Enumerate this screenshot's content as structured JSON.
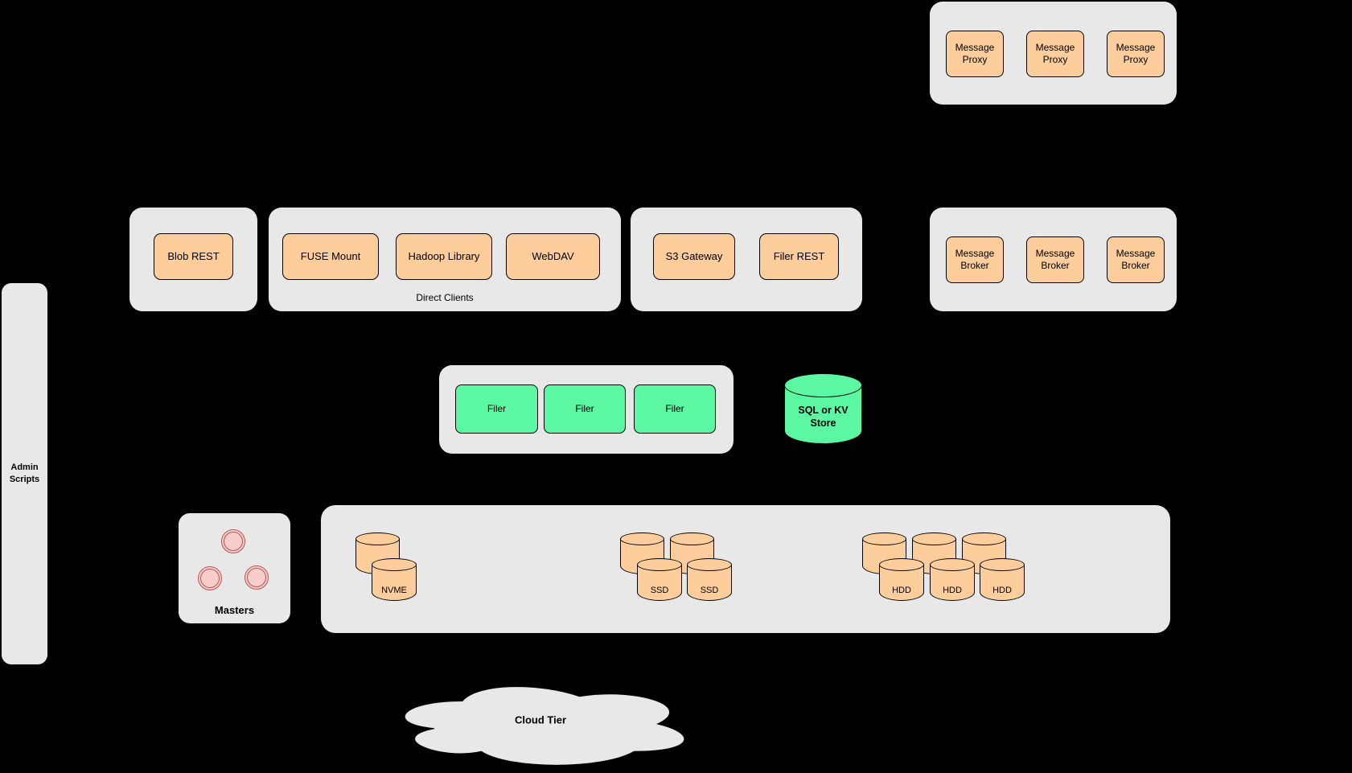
{
  "colors": {
    "background": "#000000",
    "container": "#e8e8e8",
    "orange": "#fdcd9c",
    "green": "#5cf7a2",
    "pink": "#f8cecc",
    "pink_border": "#b85450",
    "border": "#000000"
  },
  "admin": {
    "label": "Admin Scripts"
  },
  "message_proxies": {
    "items": [
      "Message Proxy",
      "Message Proxy",
      "Message Proxy"
    ]
  },
  "blob": {
    "label": "Blob REST"
  },
  "direct_clients": {
    "label": "Direct Clients",
    "items": [
      "FUSE Mount",
      "Hadoop Library",
      "WebDAV"
    ]
  },
  "gateways": {
    "items": [
      "S3 Gateway",
      "Filer REST"
    ]
  },
  "message_brokers": {
    "items": [
      "Message Broker",
      "Message Broker",
      "Message Broker"
    ]
  },
  "filers": {
    "items": [
      "Filer",
      "Filer",
      "Filer"
    ]
  },
  "store": {
    "label": "SQL or KV Store"
  },
  "masters": {
    "label": "Masters"
  },
  "volumes": {
    "nvme": "NVME",
    "ssd": [
      "SSD",
      "SSD"
    ],
    "hdd": [
      "HDD",
      "HDD",
      "HDD"
    ]
  },
  "cloud": {
    "label": "Cloud Tier"
  }
}
